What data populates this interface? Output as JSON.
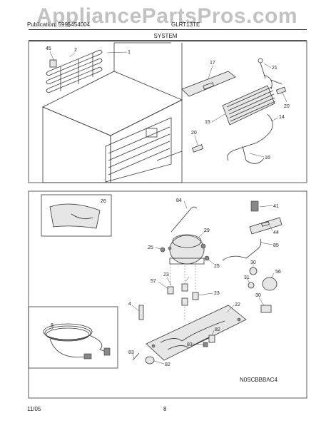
{
  "watermark": "AppliancePartsPros.com",
  "header": {
    "left": "Publication: 5995454004",
    "middle": "GLRT13TE"
  },
  "section_title": "SYSTEM",
  "diagram_code": "N0SCBBBAC4",
  "footer": {
    "date": "11/05",
    "page": "8"
  },
  "callouts": [
    "45",
    "2",
    "1",
    "17",
    "21",
    "20",
    "14",
    "15",
    "20",
    "16",
    "26",
    "84",
    "41",
    "44",
    "29",
    "25",
    "25",
    "85",
    "30",
    "56",
    "23",
    "57",
    "31",
    "30",
    "23",
    "4",
    "22",
    "6",
    "82",
    "83",
    "83",
    "82"
  ]
}
